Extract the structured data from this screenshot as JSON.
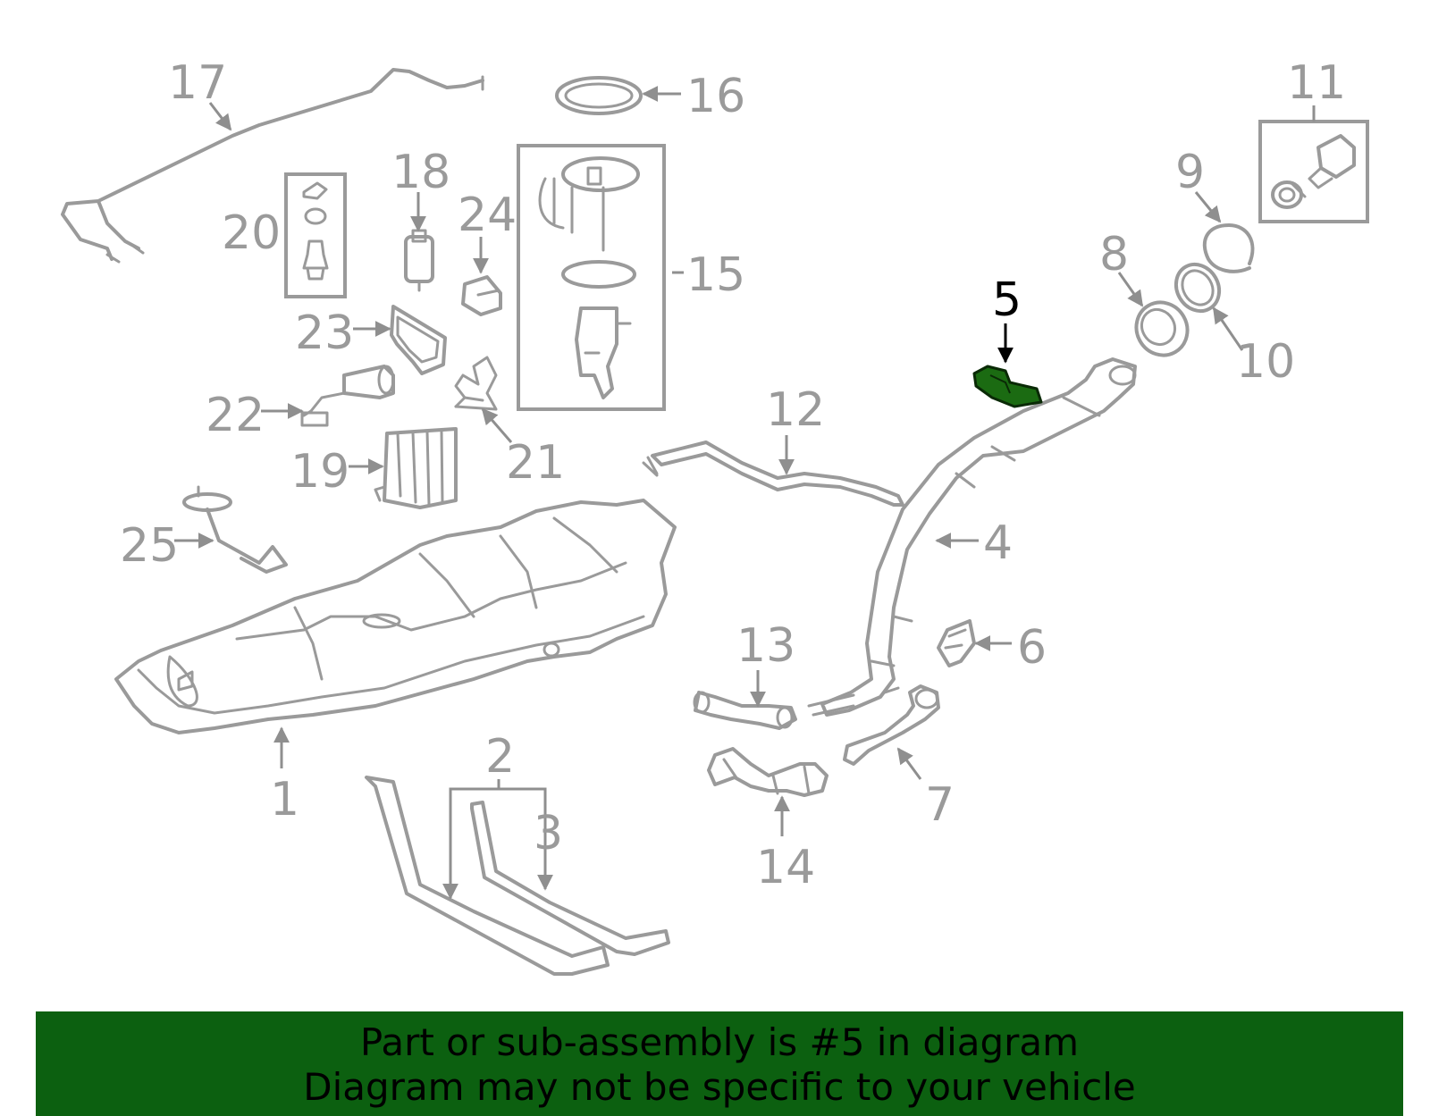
{
  "callouts": {
    "c1": "1",
    "c2": "2",
    "c3": "3",
    "c4": "4",
    "c5": "5",
    "c6": "6",
    "c7": "7",
    "c8": "8",
    "c9": "9",
    "c10": "10",
    "c11": "11",
    "c12": "12",
    "c13": "13",
    "c14": "14",
    "c15": "15",
    "c16": "16",
    "c17": "17",
    "c18": "18",
    "c19": "19",
    "c20": "20",
    "c21": "21",
    "c22": "22",
    "c23": "23",
    "c24": "24",
    "c25": "25"
  },
  "highlight": {
    "part": "5",
    "color": "#1b6b12"
  },
  "colors": {
    "line_art": "#9a9a9a",
    "banner_bg": "#0c6010",
    "banner_text": "#000000"
  },
  "banner": {
    "line1": "Part or sub-assembly is #5 in diagram",
    "line2": "Diagram may not be specific to your vehicle"
  }
}
